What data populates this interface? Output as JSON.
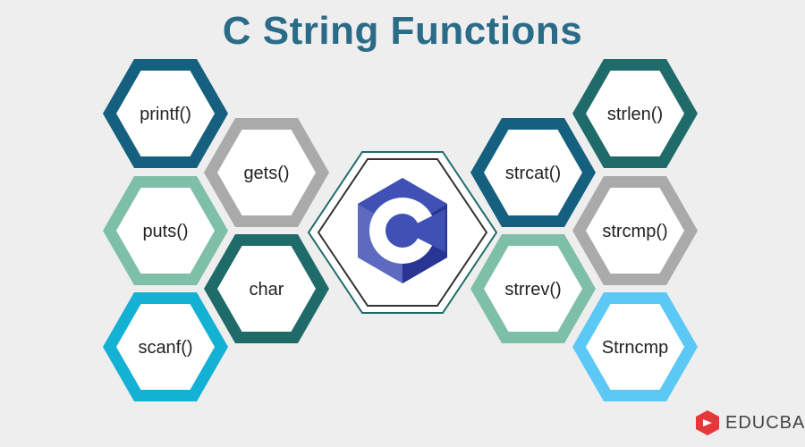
{
  "title": "C String Functions",
  "brand": {
    "name": "EDUCBA",
    "color": "#e5383b"
  },
  "center": {
    "icon": "c-language-logo-icon",
    "colors": {
      "light": "#6a7fd8",
      "dark": "#283593",
      "mid": "#3f51b5"
    }
  },
  "hexagons": [
    {
      "id": "printf",
      "label": "printf()",
      "color": "#15607e"
    },
    {
      "id": "gets",
      "label": "gets()",
      "color": "#aaaaaa"
    },
    {
      "id": "puts",
      "label": "puts()",
      "color": "#7ebfa8"
    },
    {
      "id": "char",
      "label": "char",
      "color": "#1f6b6a"
    },
    {
      "id": "scanf",
      "label": "scanf()",
      "color": "#13b1d4"
    },
    {
      "id": "strcat",
      "label": "strcat()",
      "color": "#15607e"
    },
    {
      "id": "strlen",
      "label": "strlen()",
      "color": "#1f6b6a"
    },
    {
      "id": "strcmp",
      "label": "strcmp()",
      "color": "#aaaaaa"
    },
    {
      "id": "strrev",
      "label": "strrev()",
      "color": "#7ebfa8"
    },
    {
      "id": "strncmp",
      "label": "Strncmp",
      "color": "#5cc8f5"
    }
  ]
}
